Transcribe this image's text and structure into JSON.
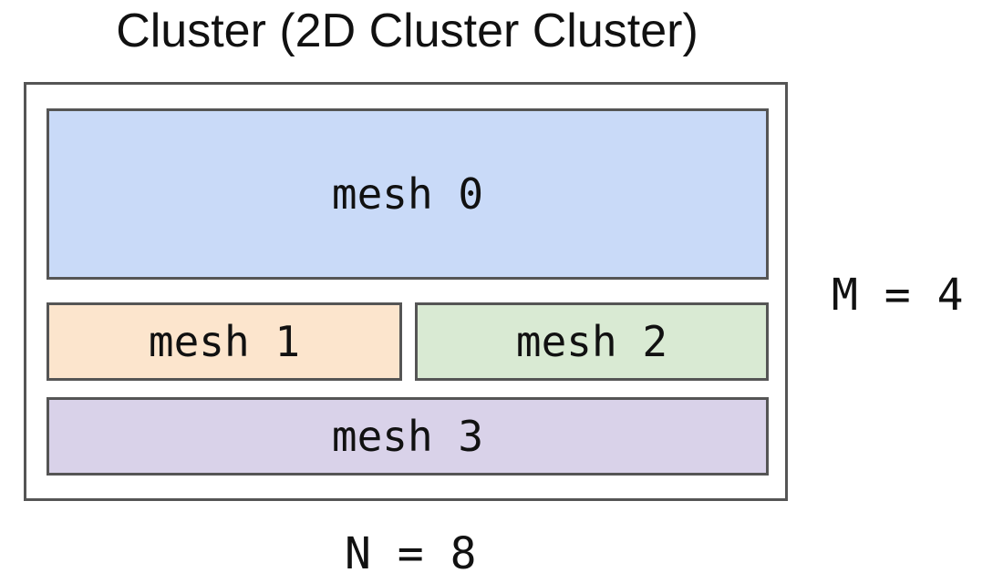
{
  "title": "Cluster (2D Cluster Cluster)",
  "meshes": [
    {
      "label": "mesh 0",
      "color": "#c9daf8"
    },
    {
      "label": "mesh 1",
      "color": "#fce5cd"
    },
    {
      "label": "mesh 2",
      "color": "#d9ead3"
    },
    {
      "label": "mesh 3",
      "color": "#d9d2e9"
    }
  ],
  "dimensions": {
    "m_label": "M = 4",
    "n_label": "N = 8"
  },
  "colors": {
    "border": "#555555",
    "text": "#111111"
  }
}
